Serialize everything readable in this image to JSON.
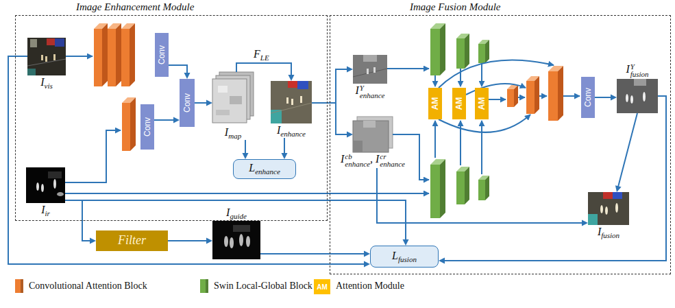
{
  "diagram": {
    "nodes": [
      {
        "text": [
          "Image Enhancement Module"
        ]
      },
      {
        "text": [
          "Image Fusion Module"
        ]
      },
      {
        "text": [
          "I",
          "vis"
        ],
        "in": 0
      },
      {
        "text": [
          "Conv"
        ],
        "in": 0
      },
      {
        "text": [
          "Conv"
        ],
        "in": 0
      },
      {
        "text": [
          "Conv"
        ],
        "in": 0
      },
      {
        "text": [
          "I",
          "map"
        ],
        "in": 0
      },
      {
        "text": [
          "I",
          "enhance"
        ],
        "in": 0
      },
      {
        "text": [
          "L",
          "enhance"
        ],
        "in": 0
      },
      {
        "text": [
          "I",
          "ir"
        ],
        "in": 0
      },
      {
        "text": [
          "Filter"
        ]
      },
      {
        "text": [
          "I",
          "guide"
        ]
      },
      {
        "text": [
          "I",
          "Y",
          "enhance"
        ],
        "in": 1
      },
      {
        "text": [
          "I",
          "cb",
          "enhance",
          ",",
          "I",
          "cr",
          "enhance"
        ],
        "in": 1
      },
      {
        "text": [
          "AM"
        ],
        "in": 1
      },
      {
        "text": [
          "AM"
        ],
        "in": 1
      },
      {
        "text": [
          "AM"
        ],
        "in": 1
      },
      {
        "text": [
          "Conv"
        ],
        "in": 1
      },
      {
        "text": [
          "I",
          "Y",
          "fusion"
        ],
        "in": 1
      },
      {
        "text": [
          "I",
          "fusion"
        ],
        "in": 1
      },
      {
        "text": [
          "L",
          "fusion"
        ],
        "in": 1
      }
    ],
    "edges": [
      {
        "from": 3,
        "to": 5,
        "arrow": "to"
      },
      {
        "from": 4,
        "to": 5,
        "arrow": "to"
      },
      {
        "from": 5,
        "to": 6,
        "arrow": "to"
      },
      {
        "from": 6,
        "to": 7,
        "arrow": "to"
      },
      {
        "from": 6,
        "to": 8,
        "arrow": "to"
      },
      {
        "from": 7,
        "to": 8,
        "arrow": "to"
      },
      {
        "from": 7,
        "to": 12,
        "arrow": "to"
      },
      {
        "from": 7,
        "to": 13,
        "arrow": "to"
      },
      {
        "from": 9,
        "to": 10,
        "arrow": "to"
      },
      {
        "from": 10,
        "to": 11,
        "arrow": "to"
      },
      {
        "from": 11,
        "to": 20,
        "arrow": "to"
      },
      {
        "from": 2,
        "to": 20,
        "arrow": "to"
      },
      {
        "from": 9,
        "to": 20,
        "arrow": "to"
      },
      {
        "from": 13,
        "to": 19,
        "arrow": "to"
      },
      {
        "from": 17,
        "to": 18,
        "arrow": "to"
      },
      {
        "from": 18,
        "to": 19,
        "arrow": "to"
      },
      {
        "from": 18,
        "to": 20,
        "arrow": "to"
      }
    ],
    "labels": [
      "F",
      "LE",
      "AM"
    ],
    "legend": [
      {
        "text": "Convolutional Attention Block",
        "color": "#ed7d31"
      },
      {
        "text": "Swin Local-Global Block",
        "color": "#70ad47"
      },
      {
        "text": "Attention Module",
        "color": "#ffc000"
      }
    ]
  }
}
